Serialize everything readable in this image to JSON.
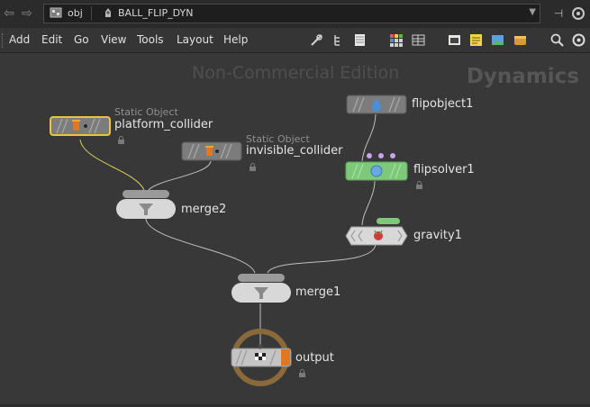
{
  "pathbar": {
    "crumbs": [
      {
        "label": "obj",
        "icon": "obj-network-icon"
      },
      {
        "label": "BALL_FLIP_DYN",
        "icon": "dop-network-icon"
      }
    ],
    "dropdown_icon": "chevron-down-icon",
    "right_icons": [
      "pin-icon",
      "link-icon"
    ]
  },
  "menubar": {
    "items": [
      "Add",
      "Edit",
      "Go",
      "View",
      "Tools",
      "Layout",
      "Help"
    ],
    "tools": [
      "wrench-icon",
      "tree-view-icon",
      "list-view-icon",
      "grid-palette-icon",
      "parameter-table-icon",
      "image-viewer-icon",
      "sticky-note-icon",
      "background-image-icon",
      "network-box-icon",
      "search-icon",
      "settings-icon"
    ]
  },
  "network": {
    "watermark": "Non-Commercial Edition",
    "context": "Dynamics",
    "nodes": {
      "platform_collider": {
        "name": "platform_collider",
        "type": "Static Object"
      },
      "invisible_collider": {
        "name": "invisible_collider",
        "type": "Static Object"
      },
      "merge2": {
        "name": "merge2"
      },
      "flipobject1": {
        "name": "flipobject1"
      },
      "flipsolver1": {
        "name": "flipsolver1"
      },
      "gravity1": {
        "name": "gravity1"
      },
      "merge1": {
        "name": "merge1"
      },
      "output": {
        "name": "output"
      }
    },
    "colors": {
      "selected": "#e8c53a",
      "solver": "#7ec87a",
      "output_ring": "#8a6a3a",
      "display_flag": "#e07820",
      "input_dot": "#c9a2e8"
    }
  }
}
